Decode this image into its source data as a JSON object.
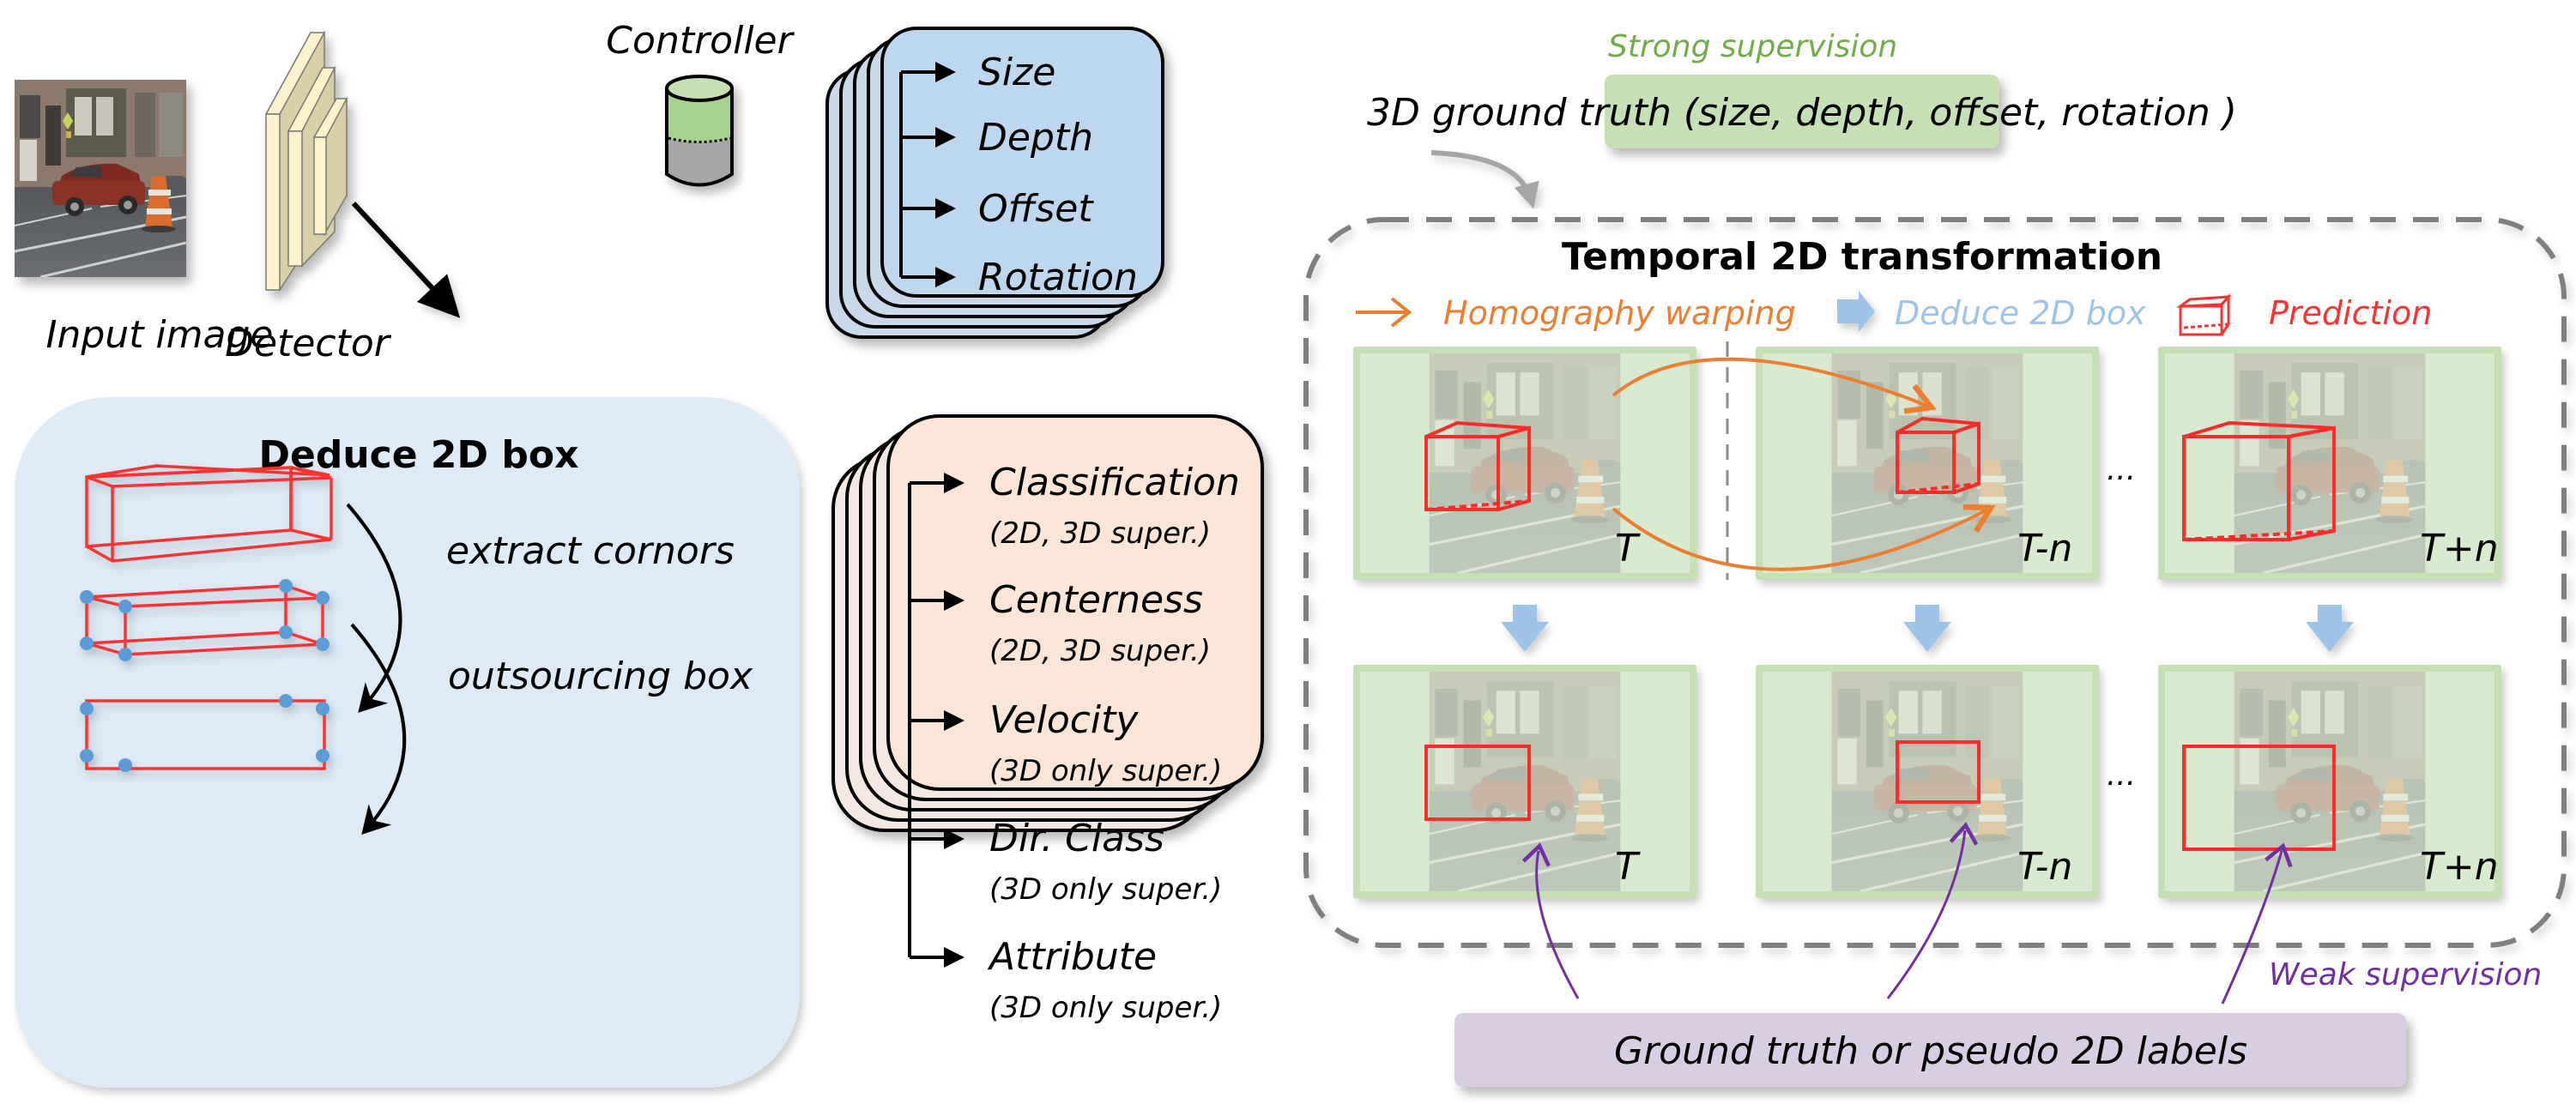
{
  "input": {
    "label": "Input image"
  },
  "detector": {
    "label": "Detector"
  },
  "regression_head": {
    "items": [
      "Size",
      "Depth",
      "Offset",
      "Rotation"
    ],
    "fill": "#bdd7ee"
  },
  "controller": {
    "label": "Controller"
  },
  "strong_supervision": {
    "label": "Strong supervision",
    "box_text": "3D ground truth (size, depth, offset, rotation )",
    "color": "#70ad47",
    "box_fill": "#c5e0b4"
  },
  "classification_head": {
    "items": [
      {
        "name": "Classification",
        "sub": "(2D, 3D super.)"
      },
      {
        "name": "Centerness",
        "sub": "(2D, 3D super.)"
      },
      {
        "name": "Velocity",
        "sub": "(3D only super.)"
      },
      {
        "name": "Dir. Class",
        "sub": "(3D only super.)"
      },
      {
        "name": "Attribute",
        "sub": "(3D only super.)"
      }
    ],
    "fill": "#fbe5d6"
  },
  "deduce_panel": {
    "title": "Deduce 2D box",
    "step1": "extract cornors",
    "step2": "outsourcing box",
    "fill": "#deebf7"
  },
  "temporal": {
    "title": "Temporal 2D transformation",
    "legend": {
      "homography": "Homography warping",
      "deduce": "Deduce 2D box",
      "prediction": "Prediction"
    },
    "frames_top": [
      {
        "label": "T"
      },
      {
        "label": "T-n"
      },
      {
        "label": "T+n"
      }
    ],
    "frames_bottom": [
      {
        "label": "T"
      },
      {
        "label": "T-n"
      },
      {
        "label": "T+n"
      }
    ],
    "ellipsis": "..."
  },
  "weak_supervision": {
    "label": "Weak supervision",
    "box_text": "Ground truth or pseudo 2D labels",
    "color": "#7030a0",
    "box_fill": "#d9cde3"
  },
  "colors": {
    "orange": "#ed7d31",
    "light_blue": "#9dc3e6",
    "red": "#ff2a2a",
    "frame_border": "#c5e0b4",
    "corner_dot": "#5b9bd5"
  }
}
